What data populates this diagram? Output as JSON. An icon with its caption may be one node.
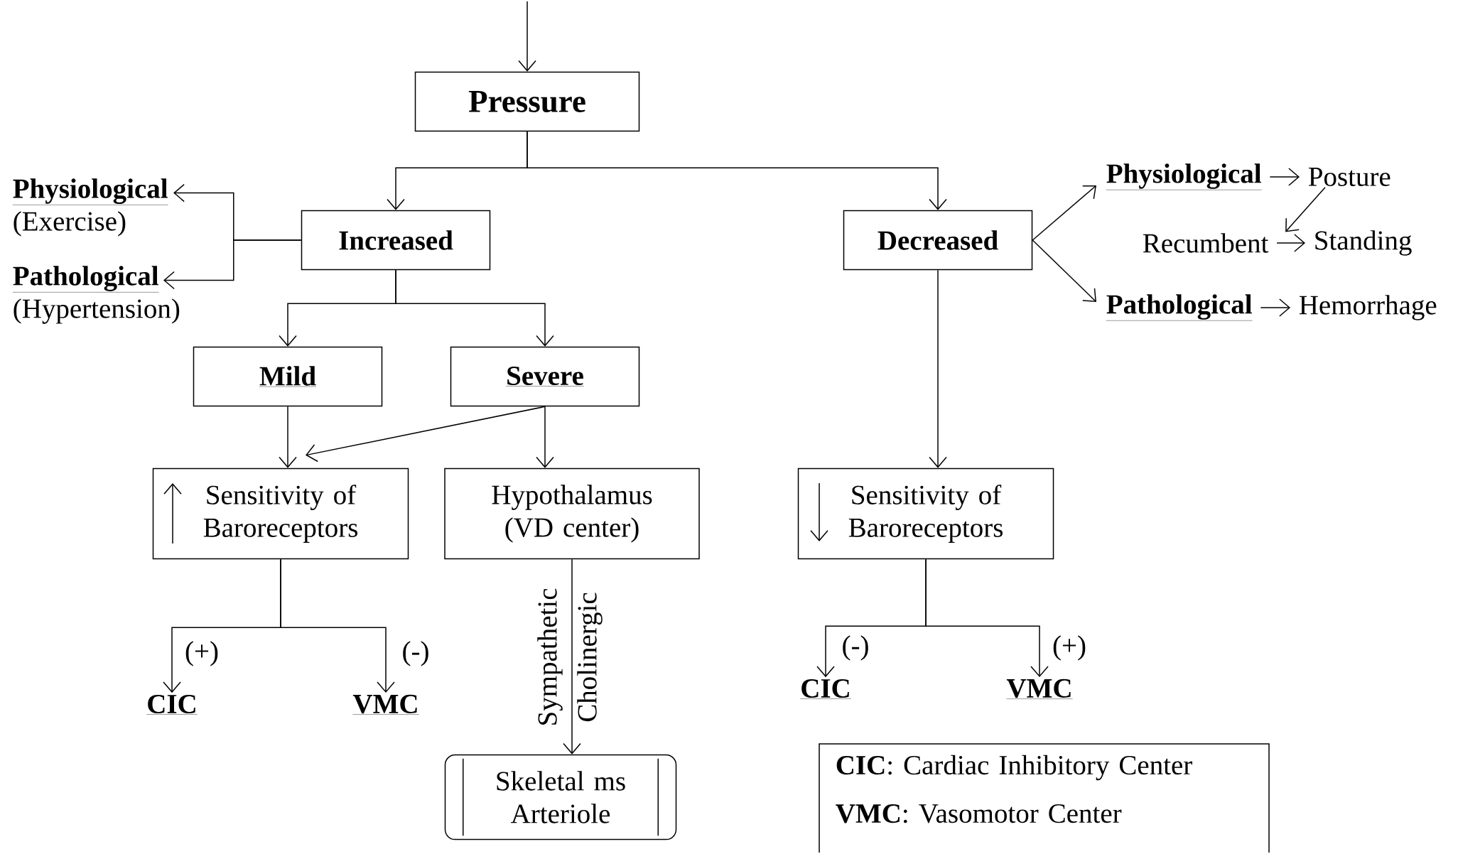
{
  "diagram": {
    "nodes": [
      {
        "text": [
          "Pressure"
        ]
      },
      {
        "text": [
          "Increased"
        ]
      },
      {
        "text": [
          "Decreased"
        ]
      },
      {
        "text": [
          "Physiological",
          "(Exercise)"
        ]
      },
      {
        "text": [
          "Pathological",
          "(Hypertension)"
        ]
      },
      {
        "text": [
          "Physiological"
        ]
      },
      {
        "text": [
          "Posture"
        ]
      },
      {
        "text": [
          "Recumbent"
        ]
      },
      {
        "text": [
          "Standing"
        ]
      },
      {
        "text": [
          "Pathological"
        ]
      },
      {
        "text": [
          "Hemorrhage"
        ]
      },
      {
        "text": [
          "Mild"
        ]
      },
      {
        "text": [
          "Severe"
        ]
      },
      {
        "text": [
          "Sensitivity of Baroreceptors"
        ]
      },
      {
        "text": [
          "Hypothalamus (VD center)"
        ]
      },
      {
        "text": [
          "Sensitivity of Baroreceptors"
        ]
      },
      {
        "text": [
          "CIC"
        ]
      },
      {
        "text": [
          "VMC"
        ]
      },
      {
        "text": [
          "CIC"
        ]
      },
      {
        "text": [
          "VMC"
        ]
      },
      {
        "text": [
          "Skeletal ms Arteriole"
        ]
      },
      {
        "text": [
          "**CIC**: Cardiac Inhibitory Center",
          "**VMC**: Vasomotor Center"
        ]
      }
    ],
    "edges": [
      {
        "from": null,
        "to": 0,
        "arrow": "to"
      },
      {
        "from": 0,
        "to": 1,
        "arrow": "to"
      },
      {
        "from": 0,
        "to": 2,
        "arrow": "to"
      },
      {
        "from": 1,
        "to": 3,
        "arrow": "to"
      },
      {
        "from": 1,
        "to": 4,
        "arrow": "to"
      },
      {
        "from": 2,
        "to": 5,
        "arrow": "to"
      },
      {
        "from": 2,
        "to": 9,
        "arrow": "to"
      },
      {
        "from": 5,
        "to": 6,
        "arrow": "to"
      },
      {
        "from": 6,
        "to": 7,
        "arrow": "to"
      },
      {
        "from": 7,
        "to": 8,
        "arrow": "to"
      },
      {
        "from": 9,
        "to": 10,
        "arrow": "to"
      },
      {
        "from": 1,
        "to": 11,
        "arrow": "to"
      },
      {
        "from": 1,
        "to": 12,
        "arrow": "to"
      },
      {
        "from": 11,
        "to": 13,
        "arrow": "to"
      },
      {
        "from": 12,
        "to": 13,
        "arrow": "to"
      },
      {
        "from": 12,
        "to": 14,
        "arrow": "to"
      },
      {
        "from": 2,
        "to": 15,
        "arrow": "to"
      },
      {
        "from": 13,
        "to": 16,
        "arrow": "to",
        "label": "(+)"
      },
      {
        "from": 13,
        "to": 17,
        "arrow": "to",
        "label": "(-)"
      },
      {
        "from": 15,
        "to": 18,
        "arrow": "to",
        "label": "(-)"
      },
      {
        "from": 15,
        "to": 19,
        "arrow": "to",
        "label": "(+)"
      },
      {
        "from": 14,
        "to": 20,
        "arrow": "to",
        "label": "Sympathetic Cholinergic"
      }
    ]
  }
}
